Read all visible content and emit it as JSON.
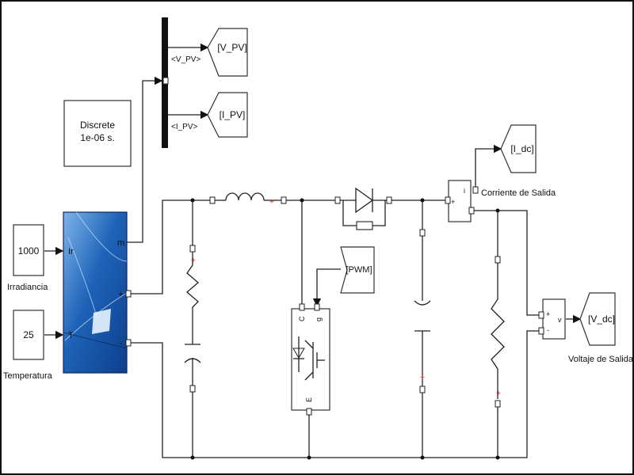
{
  "powergui": {
    "line1": "Discrete",
    "line2": "1e-06 s."
  },
  "constants": {
    "irradiance_value": "1000",
    "temperature_value": "25"
  },
  "labels": {
    "irradiance": "Irradiancia",
    "temperature": "Temperatura",
    "output_current": "Corriente de Salida",
    "output_voltage": "Voltaje de Salida"
  },
  "pv_ports": {
    "ir": "Ir",
    "t": "T",
    "m": "m",
    "plus": "+",
    "minus": "-"
  },
  "bus_signals": {
    "v_pv": "<V_PV>",
    "i_pv": "<I_PV>"
  },
  "goto_tags": {
    "v_pv": "[V_PV]",
    "i_pv": "[I_PV]",
    "i_dc": "[I_dc]",
    "v_dc": "[V_dc]"
  },
  "from_tags": {
    "pwm": "[PWM]"
  },
  "igbt_ports": {
    "c": "C",
    "g": "g",
    "e": "E"
  },
  "voltmeter_ports": {
    "plus": "+",
    "minus": "-",
    "v": "v"
  },
  "ammeter_ports": {
    "i": "i",
    "plus": "+"
  },
  "colors": {
    "powergui_text": "#1a3a9c",
    "pv_panel": "#1e63b8",
    "wire": "#222222"
  }
}
